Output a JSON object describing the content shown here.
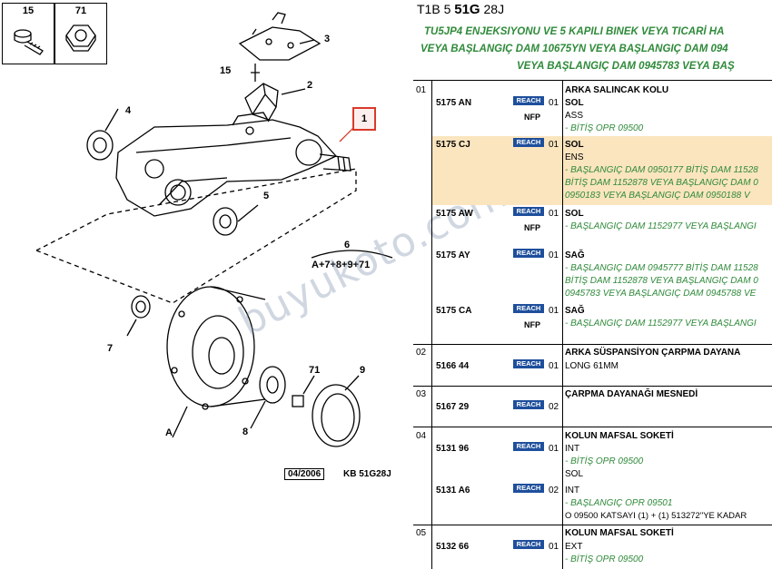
{
  "diagram": {
    "partboxes": [
      {
        "number": "15"
      },
      {
        "number": "71"
      }
    ],
    "labels": {
      "l3": "3",
      "l15": "15",
      "l2": "2",
      "l4": "4",
      "l1": "1",
      "l5": "5",
      "l6": "6",
      "formula": "A+7+8+9+71",
      "l7": "7",
      "l71": "71",
      "l9": "9",
      "l8": "8",
      "lA": "A"
    },
    "footer_date": "04/2006",
    "footer_ref": "KB 51G28J",
    "watermark": "buyukoto.com"
  },
  "header": {
    "code1": "T1B 5 ",
    "code2": "51G",
    "code3": " 28J"
  },
  "title_lines": [
    "TU5JP4 ENJEKSIYONU VE 5 KAPILI BINEK VEYA TICARİ HA",
    "VEYA BAŞLANGIÇ DAM 10675YN VEYA BAŞLANGIÇ DAM 094",
    "VEYA BAŞLANGIÇ DAM 0945783 VEYA BAŞ"
  ],
  "reach_label": "REACH",
  "nfp_label": "NFP",
  "groups": [
    {
      "num": "01",
      "desc": "ARKA SALINCAK KOLU"
    },
    {
      "num": "02",
      "desc": "ARKA SÜSPANSİYON ÇARPMA DAYANA"
    },
    {
      "num": "03",
      "desc": "ÇARPMA DAYANAĞI MESNEDİ"
    },
    {
      "num": "04",
      "desc": "KOLUN MAFSAL SOKETİ"
    },
    {
      "num": "05",
      "desc": "KOLUN MAFSAL SOKETİ"
    }
  ],
  "rows": [
    {
      "part": "5175 AN",
      "qty": "01",
      "lines": [
        "SOL",
        "ASS"
      ],
      "notes": [
        "- BİTİŞ OPR 09500"
      ]
    },
    {
      "part": "5175 CJ",
      "qty": "01",
      "lines": [
        "SOL",
        "ENS"
      ],
      "notes": [
        "- BAŞLANGIÇ DAM 0950177 BİTİŞ DAM 11528",
        "BİTİŞ DAM 1152878 VEYA BAŞLANGIÇ DAM 0",
        "0950183 VEYA BAŞLANGIÇ DAM 0950188 V"
      ]
    },
    {
      "part": "5175 AW",
      "qty": "01",
      "lines": [
        "SOL"
      ],
      "notes": [
        "- BAŞLANGIÇ DAM 1152977 VEYA BAŞLANGI"
      ]
    },
    {
      "part": "5175 AY",
      "qty": "01",
      "lines": [
        "SAĞ"
      ],
      "notes": [
        "- BAŞLANGIÇ DAM 0945777 BİTİŞ DAM 11528",
        "BİTİŞ DAM 1152878 VEYA BAŞLANGIÇ DAM 0",
        "0945783 VEYA BAŞLANGIÇ DAM 0945788 VE"
      ]
    },
    {
      "part": "5175 CA",
      "qty": "01",
      "lines": [
        "SAĞ"
      ],
      "notes": [
        "- BAŞLANGIÇ DAM 1152977 VEYA BAŞLANGI"
      ]
    },
    {
      "part": "5166 44",
      "qty": "01",
      "lines": [
        "LONG 61MM"
      ],
      "notes": []
    },
    {
      "part": "5167 29",
      "qty": "02",
      "lines": [],
      "notes": []
    },
    {
      "part": "5131 96",
      "qty": "01",
      "lines": [
        "INT"
      ],
      "notes": [
        "- BİTİŞ OPR 09500"
      ],
      "extra": "SOL"
    },
    {
      "part": "5131 A6",
      "qty": "02",
      "lines": [
        "INT"
      ],
      "notes": [
        "- BAŞLANGIÇ OPR 09501"
      ],
      "extra": "O 09500 KATSAYI (1) + (1) 513272\"YE KADAR"
    },
    {
      "part": "5132 66",
      "qty": "01",
      "lines": [
        "EXT"
      ],
      "notes": [
        "- BİTİŞ OPR 09500"
      ]
    }
  ]
}
